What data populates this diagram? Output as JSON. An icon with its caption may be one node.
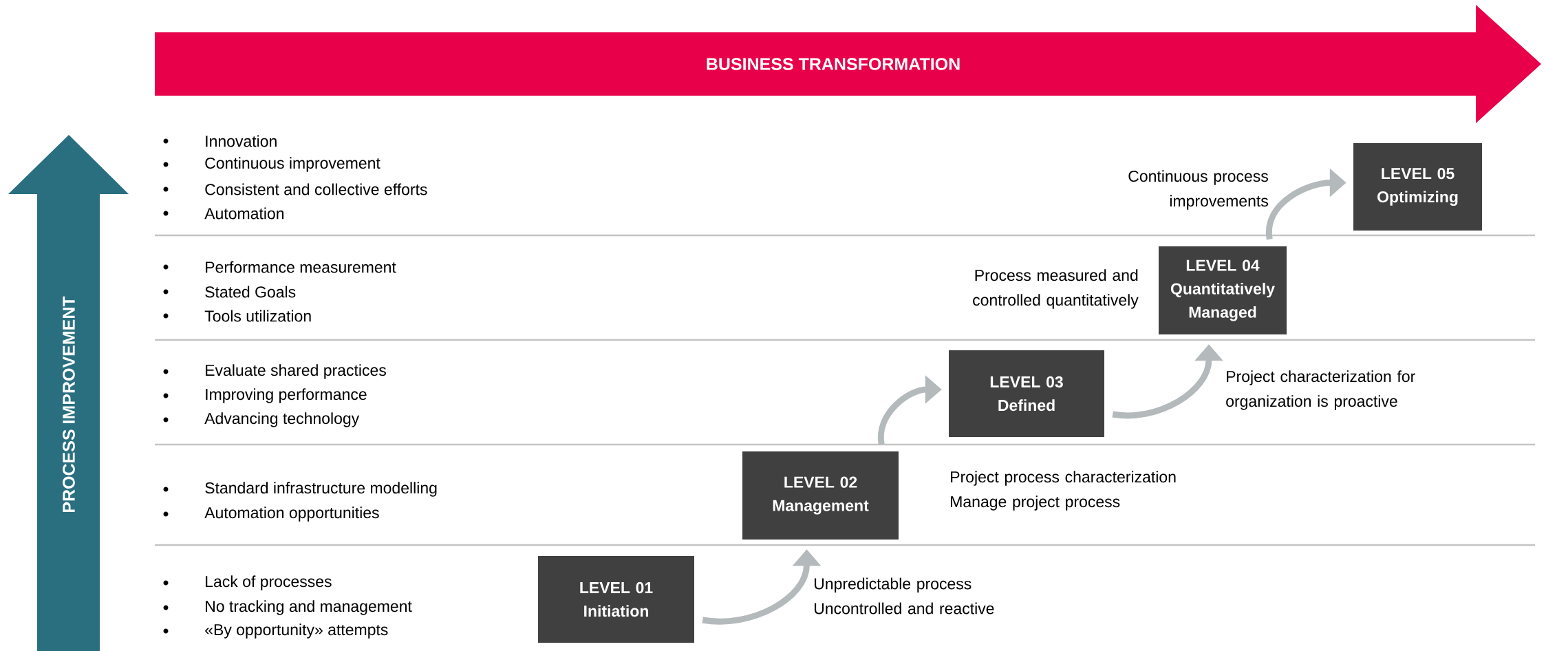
{
  "diagram": {
    "nodes": [
      {
        "text": [
          "BUSINESS TRANSFORMATION"
        ]
      },
      {
        "text": [
          "PROCESS IMPROVEMENT"
        ]
      },
      {
        "text": [
          "LEVEL 01",
          "Initiation"
        ]
      },
      {
        "text": [
          "LEVEL 02",
          "Management"
        ]
      },
      {
        "text": [
          "LEVEL 03",
          "Defined"
        ]
      },
      {
        "text": [
          "LEVEL 04",
          "Quantitatively Managed"
        ]
      },
      {
        "text": [
          "LEVEL 05",
          "Optimizing"
        ]
      }
    ],
    "edges": [
      {
        "from": 2,
        "to": 3,
        "arrow": "to"
      },
      {
        "from": 3,
        "to": 4,
        "arrow": "to"
      },
      {
        "from": 4,
        "to": 5,
        "arrow": "to"
      },
      {
        "from": 5,
        "to": 6,
        "arrow": "to"
      }
    ],
    "labels": [
      "Innovation",
      "Continuous improvement",
      "Consistent and collective efforts",
      "Automation",
      "Performance measurement",
      "Stated Goals",
      "Tools utilization",
      "Evaluate shared practices",
      "Improving performance",
      "Advancing technology",
      "Standard infrastructure modelling",
      "Automation opportunities",
      "Lack of processes",
      "No tracking and management",
      "«By opportunity» attempts",
      "Continuous process improvements",
      "Process measured and controlled quantitatively",
      "Project characterization for organization is proactive",
      "Project process characterization Manage project process",
      "Unpredictable process Uncontrolled and reactive"
    ]
  }
}
